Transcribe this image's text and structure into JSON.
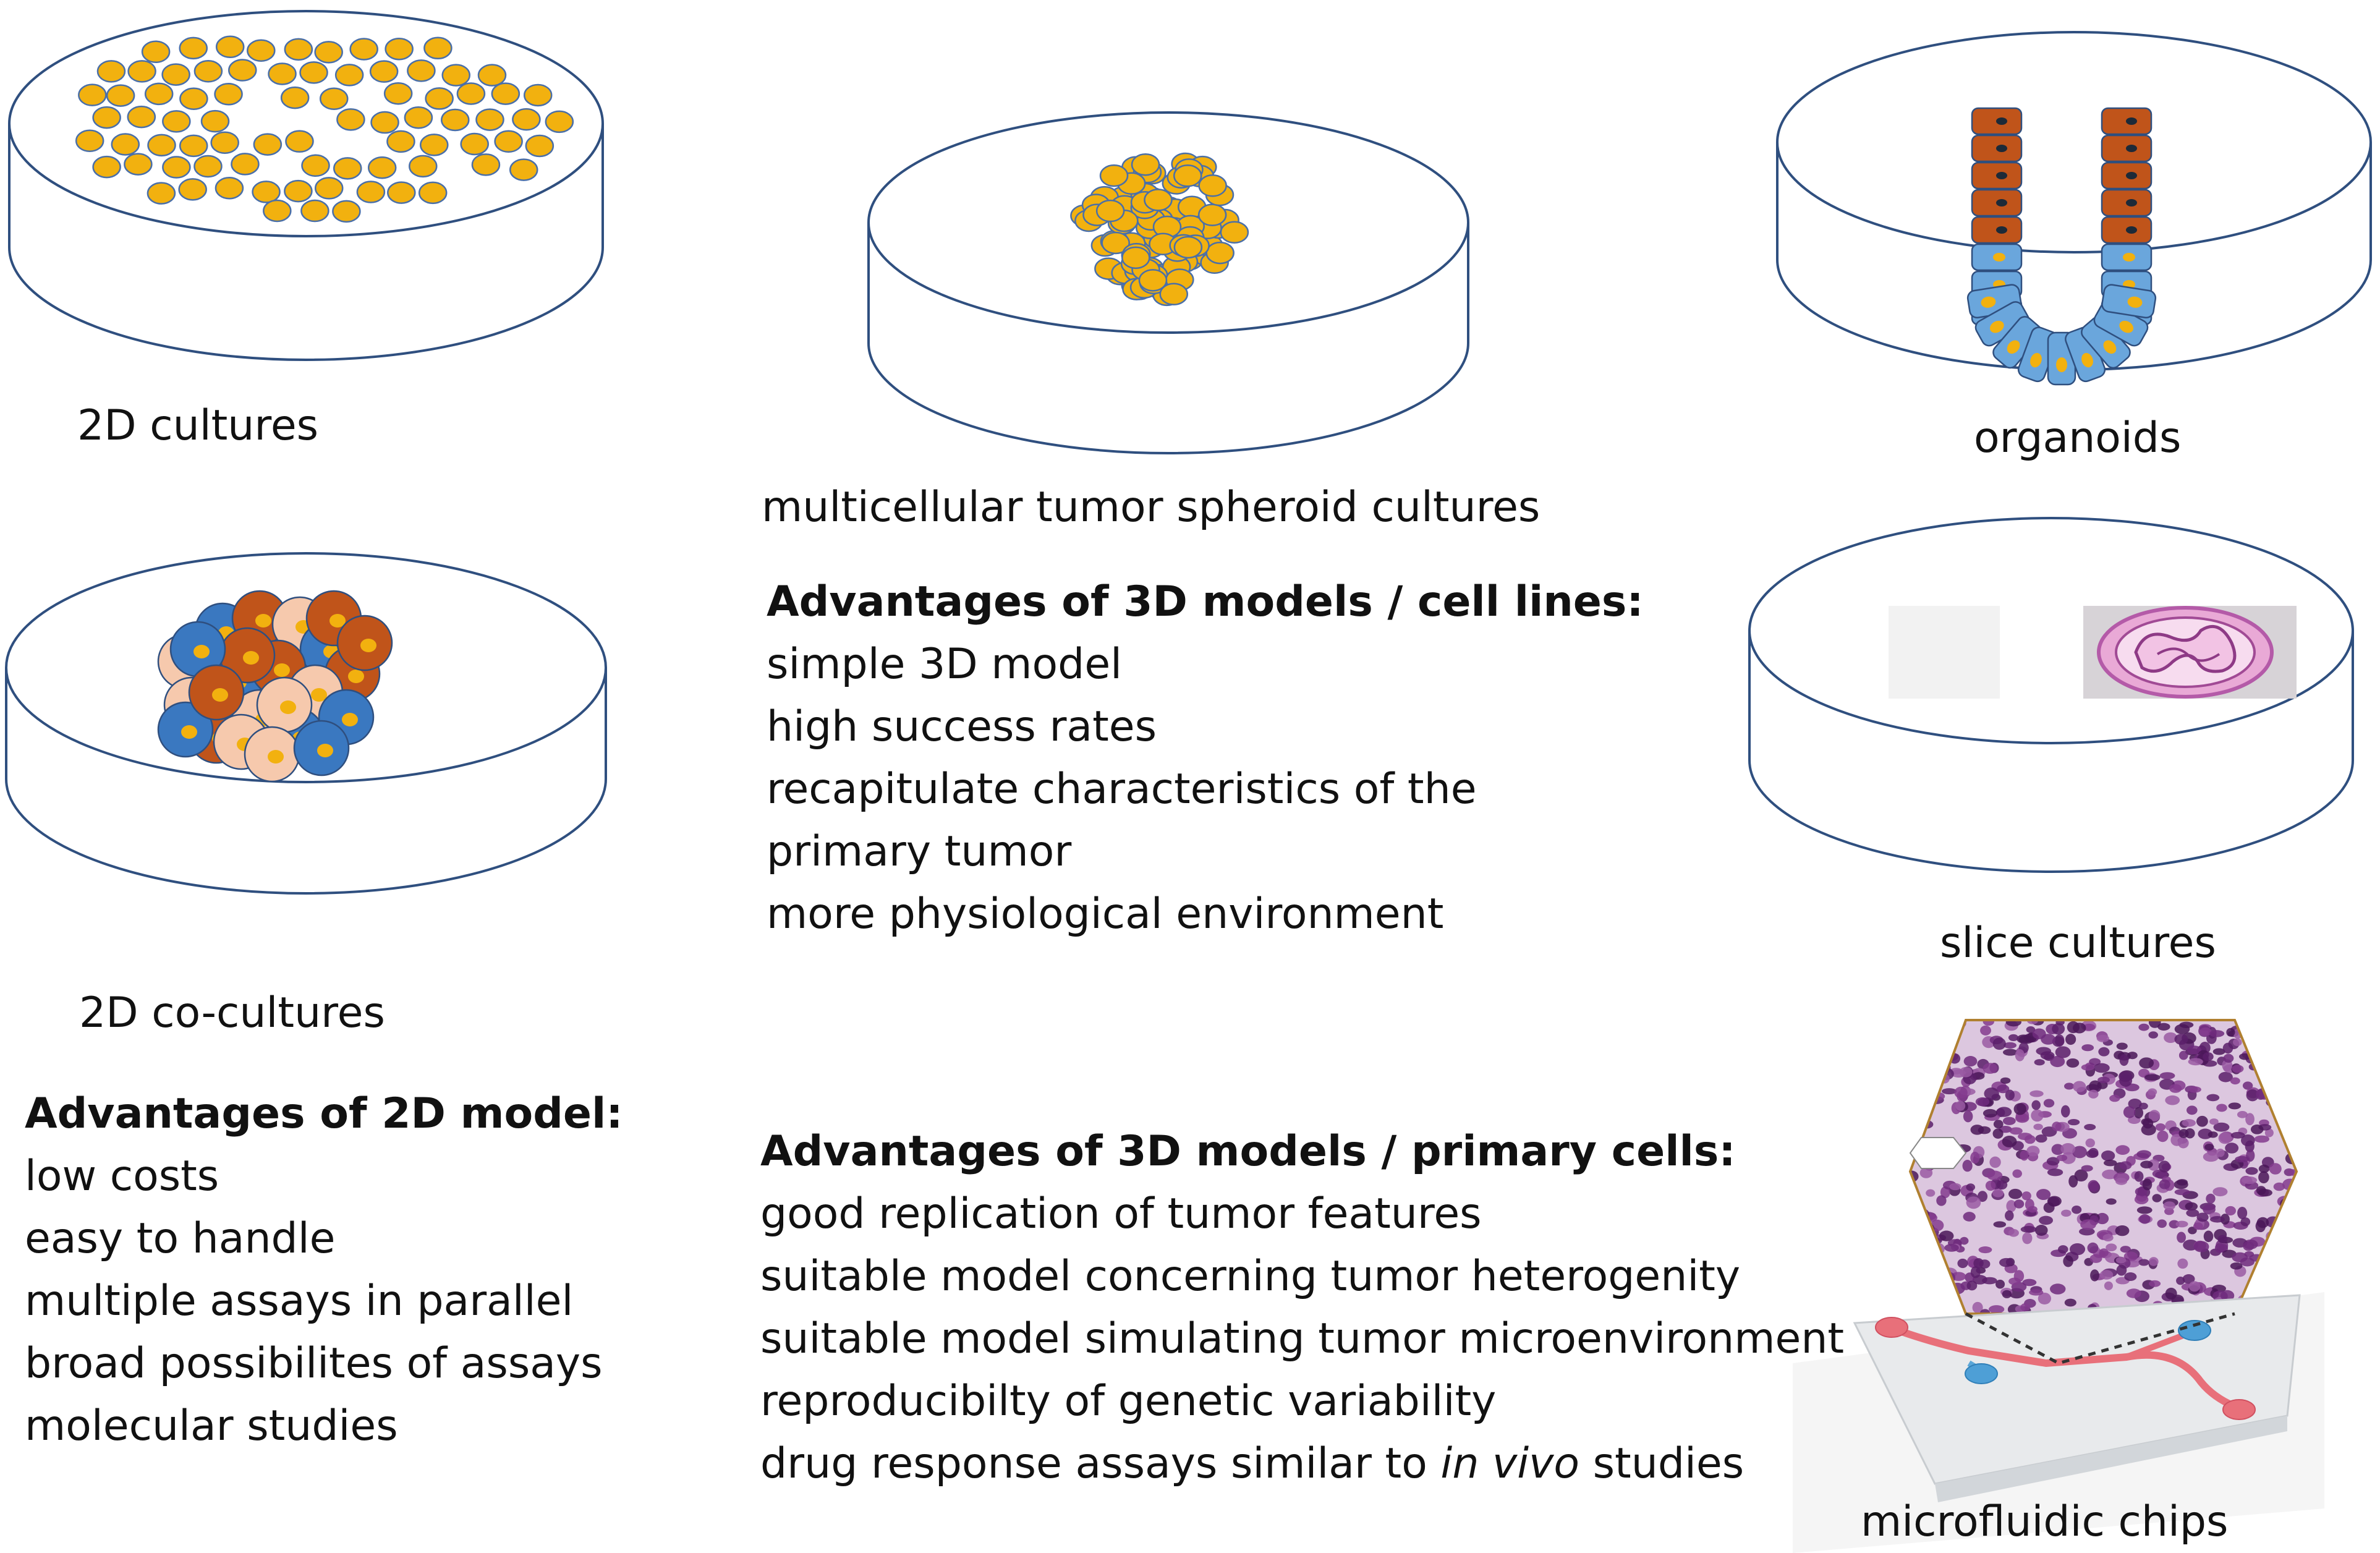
{
  "labels": {
    "cultures_2d": "2D cultures",
    "spheroid": "multicellular tumor spheroid cultures",
    "organoids": "organoids",
    "cocultures_2d": "2D co-cultures",
    "slice": "slice cultures",
    "microfluidic": "microfluidic chips"
  },
  "adv_2d": {
    "heading": "Advantages of 2D model:",
    "items": [
      "low costs",
      "easy to handle",
      "multiple assays in parallel",
      "broad possibilites of assays",
      "molecular studies"
    ]
  },
  "adv_3d_cell_lines": {
    "heading": "Advantages of 3D models / cell lines:",
    "items": [
      "simple 3D model",
      "high success rates",
      "recapitulate characteristics of the",
      "primary tumor",
      "more physiological environment"
    ]
  },
  "adv_3d_primary": {
    "heading": "Advantages of 3D models / primary cells:",
    "items": [
      "good replication of tumor features",
      "suitable model concerning tumor heterogenity",
      "suitable model simulating tumor microenvironment",
      "reproducibilty of genetic variability"
    ],
    "last_item": {
      "pre": "drug response assays similar to ",
      "em": "in vivo",
      "post": " studies"
    }
  },
  "colors": {
    "dish_outline": "#2f4f7f",
    "cell_yellow": "#f2b10f",
    "cell_brown": "#c0541a",
    "cell_blue": "#3a78c0",
    "cell_light_blue": "#6aa6dc",
    "cell_pink": "#f6c9ad",
    "tissue_purple": "#7c2f7e",
    "slide_gray": "#e8e8e8"
  }
}
